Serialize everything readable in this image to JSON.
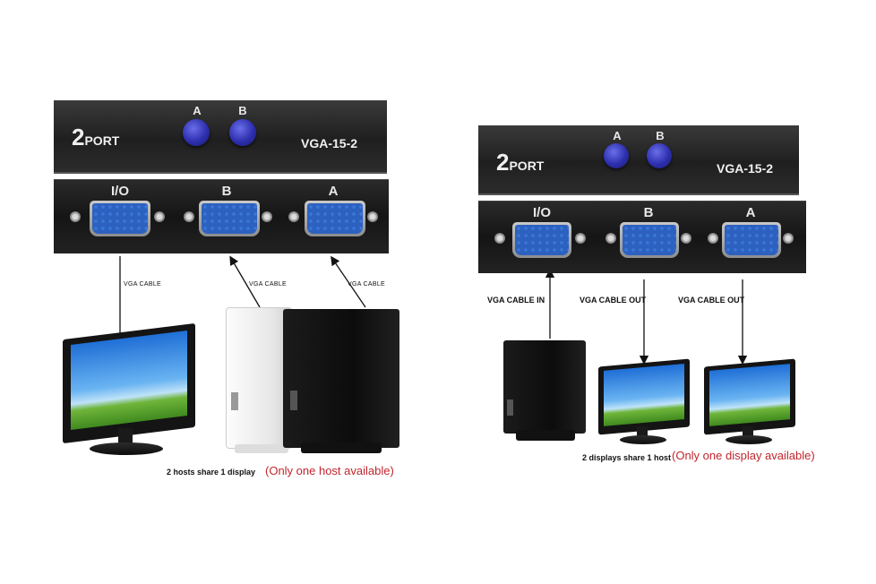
{
  "colors": {
    "button": "#2d2fae",
    "port": "#2d61c0",
    "note": "#c0262e"
  },
  "left": {
    "brand_num": "2",
    "brand_word": "PORT",
    "model": "VGA-15-2",
    "button_a": "A",
    "button_b": "B",
    "port_io": "I/O",
    "port_b": "B",
    "port_a": "A",
    "cable_1": "VGA CABLE",
    "cable_2": "VGA CABLE",
    "cable_3": "VGA CABLE",
    "caption": "2 hosts share 1 display",
    "note": "(Only one host available)"
  },
  "right": {
    "brand_num": "2",
    "brand_word": "PORT",
    "model": "VGA-15-2",
    "button_a": "A",
    "button_b": "B",
    "port_io": "I/O",
    "port_b": "B",
    "port_a": "A",
    "cable_in": "VGA CABLE IN",
    "cable_out_1": "VGA CABLE OUT",
    "cable_out_2": "VGA CABLE OUT",
    "caption": "2 displays share 1 host",
    "note": "(Only one display available)"
  }
}
